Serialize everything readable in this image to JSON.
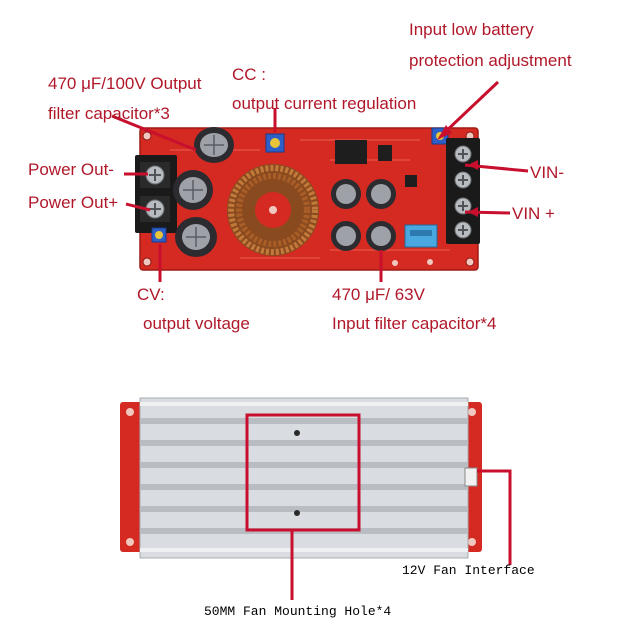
{
  "labels": {
    "output_cap_line1": "470 μF/100V Output",
    "output_cap_line2": "filter capacitor*3",
    "cc_line1": "CC :",
    "cc_line2": "output current regulation",
    "input_low_line1": "Input low battery",
    "input_low_line2": "protection adjustment",
    "power_out_neg": "Power Out-",
    "power_out_pos": "Power Out+",
    "vin_neg": "VIN-",
    "vin_pos": "VIN +",
    "cv_line1": "CV:",
    "cv_line2": "output voltage",
    "input_cap_line1": "470 μF/ 63V",
    "input_cap_line2": "Input filter capacitor*4",
    "fan_interface": "12V Fan Interface",
    "fan_holes": "50MM Fan Mounting Hole*4"
  },
  "colors": {
    "pcb": "#d42a22",
    "annotation": "#c8102e",
    "heatsink": "#d9dce0",
    "terminal": "#1a1a1a"
  }
}
